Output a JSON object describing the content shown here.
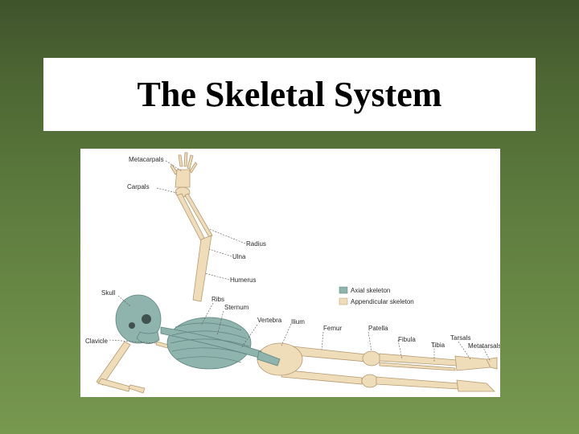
{
  "slide": {
    "title": "The Skeletal System"
  },
  "figure": {
    "labels": {
      "metacarpals": "Metacarpals",
      "carpals": "Carpals",
      "radius": "Radius",
      "ulna": "Ulna",
      "humerus": "Humerus",
      "skull": "Skull",
      "ribs": "Ribs",
      "sternum": "Sternum",
      "vertebra": "Vertebra",
      "ilium": "Ilium",
      "clavicle": "Clavicle",
      "femur": "Femur",
      "patella": "Patella",
      "fibula": "Fibula",
      "tibia": "Tibia",
      "tarsals": "Tarsals",
      "metatarsals": "Metatarsals"
    },
    "legend": {
      "axial": "Axial skeleton",
      "appendicular": "Appendicular skeleton"
    },
    "colors": {
      "axial": "#8fb3ad",
      "appendicular": "#efdcb8"
    }
  }
}
